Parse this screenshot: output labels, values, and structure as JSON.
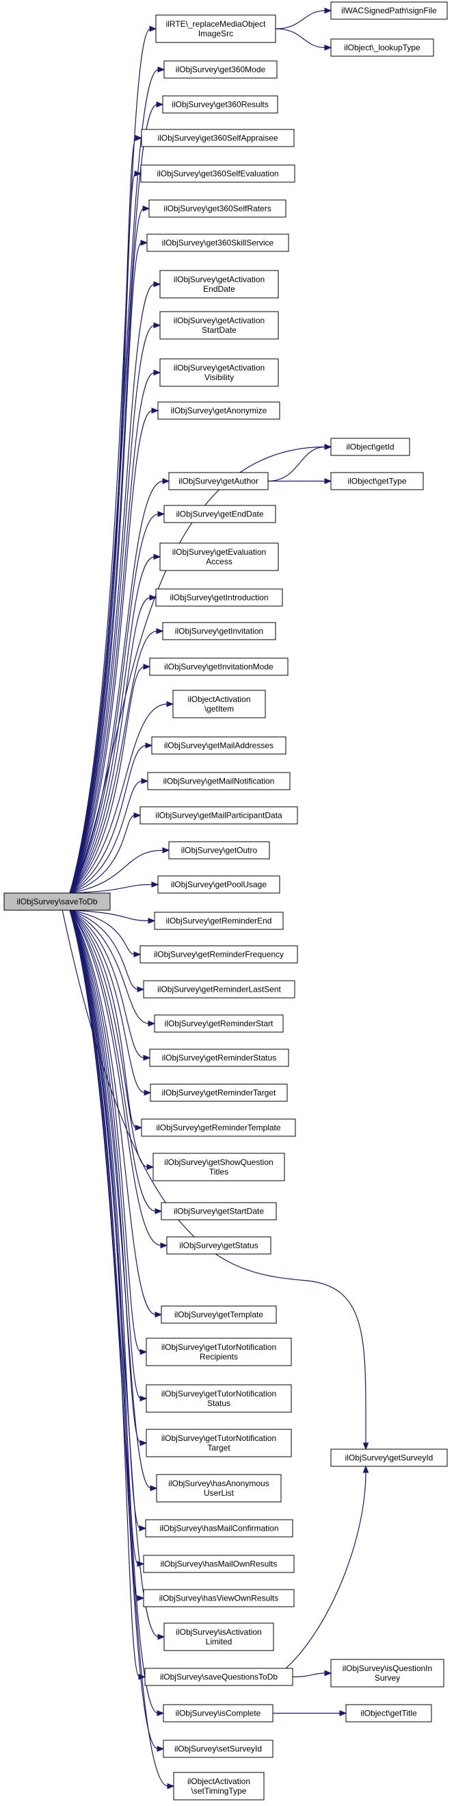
{
  "diagram": {
    "root": "ilObjSurvey\\saveToDb",
    "nodes": [
      {
        "id": "root",
        "lines": [
          "ilObjSurvey\\saveToDb"
        ]
      },
      {
        "id": "replaceMedia",
        "lines": [
          "ilRTE\\_replaceMediaObject",
          "ImageSrc"
        ]
      },
      {
        "id": "signFile",
        "lines": [
          "ilWACSignedPath\\signFile"
        ]
      },
      {
        "id": "lookupType",
        "lines": [
          "ilObject\\_lookupType"
        ]
      },
      {
        "id": "get360Mode",
        "lines": [
          "ilObjSurvey\\get360Mode"
        ]
      },
      {
        "id": "get360Results",
        "lines": [
          "ilObjSurvey\\get360Results"
        ]
      },
      {
        "id": "get360SelfAppraisee",
        "lines": [
          "ilObjSurvey\\get360SelfAppraisee"
        ]
      },
      {
        "id": "get360SelfEvaluation",
        "lines": [
          "ilObjSurvey\\get360SelfEvaluation"
        ]
      },
      {
        "id": "get360SelfRaters",
        "lines": [
          "ilObjSurvey\\get360SelfRaters"
        ]
      },
      {
        "id": "get360SkillService",
        "lines": [
          "ilObjSurvey\\get360SkillService"
        ]
      },
      {
        "id": "getActivationEndDate",
        "lines": [
          "ilObjSurvey\\getActivation",
          "EndDate"
        ]
      },
      {
        "id": "getActivationStartDate",
        "lines": [
          "ilObjSurvey\\getActivation",
          "StartDate"
        ]
      },
      {
        "id": "getActivationVisibility",
        "lines": [
          "ilObjSurvey\\getActivation",
          "Visibility"
        ]
      },
      {
        "id": "getAnonymize",
        "lines": [
          "ilObjSurvey\\getAnonymize"
        ]
      },
      {
        "id": "getId",
        "lines": [
          "ilObject\\getId"
        ]
      },
      {
        "id": "getAuthor",
        "lines": [
          "ilObjSurvey\\getAuthor"
        ]
      },
      {
        "id": "getType",
        "lines": [
          "ilObject\\getType"
        ]
      },
      {
        "id": "getEndDate",
        "lines": [
          "ilObjSurvey\\getEndDate"
        ]
      },
      {
        "id": "getEvaluationAccess",
        "lines": [
          "ilObjSurvey\\getEvaluation",
          "Access"
        ]
      },
      {
        "id": "getIntroduction",
        "lines": [
          "ilObjSurvey\\getIntroduction"
        ]
      },
      {
        "id": "getInvitation",
        "lines": [
          "ilObjSurvey\\getInvitation"
        ]
      },
      {
        "id": "getInvitationMode",
        "lines": [
          "ilObjSurvey\\getInvitationMode"
        ]
      },
      {
        "id": "getItem",
        "lines": [
          "ilObjectActivation",
          "\\getItem"
        ]
      },
      {
        "id": "getMailAddresses",
        "lines": [
          "ilObjSurvey\\getMailAddresses"
        ]
      },
      {
        "id": "getMailNotification",
        "lines": [
          "ilObjSurvey\\getMailNotification"
        ]
      },
      {
        "id": "getMailParticipantData",
        "lines": [
          "ilObjSurvey\\getMailParticipantData"
        ]
      },
      {
        "id": "getOutro",
        "lines": [
          "ilObjSurvey\\getOutro"
        ]
      },
      {
        "id": "getPoolUsage",
        "lines": [
          "ilObjSurvey\\getPoolUsage"
        ]
      },
      {
        "id": "getReminderEnd",
        "lines": [
          "ilObjSurvey\\getReminderEnd"
        ]
      },
      {
        "id": "getReminderFrequency",
        "lines": [
          "ilObjSurvey\\getReminderFrequency"
        ]
      },
      {
        "id": "getReminderLastSent",
        "lines": [
          "ilObjSurvey\\getReminderLastSent"
        ]
      },
      {
        "id": "getReminderStart",
        "lines": [
          "ilObjSurvey\\getReminderStart"
        ]
      },
      {
        "id": "getReminderStatus",
        "lines": [
          "ilObjSurvey\\getReminderStatus"
        ]
      },
      {
        "id": "getReminderTarget",
        "lines": [
          "ilObjSurvey\\getReminderTarget"
        ]
      },
      {
        "id": "getReminderTemplate",
        "lines": [
          "ilObjSurvey\\getReminderTemplate"
        ]
      },
      {
        "id": "getShowQuestionTitles",
        "lines": [
          "ilObjSurvey\\getShowQuestion",
          "Titles"
        ]
      },
      {
        "id": "getStartDate",
        "lines": [
          "ilObjSurvey\\getStartDate"
        ]
      },
      {
        "id": "getStatus",
        "lines": [
          "ilObjSurvey\\getStatus"
        ]
      },
      {
        "id": "getTemplate",
        "lines": [
          "ilObjSurvey\\getTemplate"
        ]
      },
      {
        "id": "getTutorNotificationRecipients",
        "lines": [
          "ilObjSurvey\\getTutorNotification",
          "Recipients"
        ]
      },
      {
        "id": "getTutorNotificationStatus",
        "lines": [
          "ilObjSurvey\\getTutorNotification",
          "Status"
        ]
      },
      {
        "id": "getTutorNotificationTarget",
        "lines": [
          "ilObjSurvey\\getTutorNotification",
          "Target"
        ]
      },
      {
        "id": "getSurveyId",
        "lines": [
          "ilObjSurvey\\getSurveyId"
        ]
      },
      {
        "id": "hasAnonymousUserList",
        "lines": [
          "ilObjSurvey\\hasAnonymous",
          "UserList"
        ]
      },
      {
        "id": "hasMailConfirmation",
        "lines": [
          "ilObjSurvey\\hasMailConfirmation"
        ]
      },
      {
        "id": "hasMailOwnResults",
        "lines": [
          "ilObjSurvey\\hasMailOwnResults"
        ]
      },
      {
        "id": "hasViewOwnResults",
        "lines": [
          "ilObjSurvey\\hasViewOwnResults"
        ]
      },
      {
        "id": "isActivationLimited",
        "lines": [
          "ilObjSurvey\\isActivation",
          "Limited"
        ]
      },
      {
        "id": "saveQuestionsToDb",
        "lines": [
          "ilObjSurvey\\saveQuestionsToDb"
        ]
      },
      {
        "id": "isQuestionInSurvey",
        "lines": [
          "ilObjSurvey\\isQuestionIn",
          "Survey"
        ]
      },
      {
        "id": "isComplete",
        "lines": [
          "ilObjSurvey\\isComplete"
        ]
      },
      {
        "id": "getTitle",
        "lines": [
          "ilObject\\getTitle"
        ]
      },
      {
        "id": "setSurveyId",
        "lines": [
          "ilObjSurvey\\setSurveyId"
        ]
      },
      {
        "id": "setTimingType",
        "lines": [
          "ilObjectActivation",
          "\\setTimingType"
        ]
      }
    ],
    "edges": [
      [
        "root",
        "replaceMedia"
      ],
      [
        "replaceMedia",
        "signFile"
      ],
      [
        "replaceMedia",
        "lookupType"
      ],
      [
        "root",
        "get360Mode"
      ],
      [
        "root",
        "get360Results"
      ],
      [
        "root",
        "get360SelfAppraisee"
      ],
      [
        "root",
        "get360SelfEvaluation"
      ],
      [
        "root",
        "get360SelfRaters"
      ],
      [
        "root",
        "get360SkillService"
      ],
      [
        "root",
        "getActivationEndDate"
      ],
      [
        "root",
        "getActivationStartDate"
      ],
      [
        "root",
        "getActivationVisibility"
      ],
      [
        "root",
        "getAnonymize"
      ],
      [
        "root",
        "getId"
      ],
      [
        "root",
        "getAuthor"
      ],
      [
        "getAuthor",
        "getId"
      ],
      [
        "getAuthor",
        "getType"
      ],
      [
        "root",
        "getEndDate"
      ],
      [
        "root",
        "getEvaluationAccess"
      ],
      [
        "root",
        "getIntroduction"
      ],
      [
        "root",
        "getInvitation"
      ],
      [
        "root",
        "getInvitationMode"
      ],
      [
        "root",
        "getItem"
      ],
      [
        "root",
        "getMailAddresses"
      ],
      [
        "root",
        "getMailNotification"
      ],
      [
        "root",
        "getMailParticipantData"
      ],
      [
        "root",
        "getOutro"
      ],
      [
        "root",
        "getPoolUsage"
      ],
      [
        "root",
        "getReminderEnd"
      ],
      [
        "root",
        "getReminderFrequency"
      ],
      [
        "root",
        "getReminderLastSent"
      ],
      [
        "root",
        "getReminderStart"
      ],
      [
        "root",
        "getReminderStatus"
      ],
      [
        "root",
        "getReminderTarget"
      ],
      [
        "root",
        "getReminderTemplate"
      ],
      [
        "root",
        "getShowQuestionTitles"
      ],
      [
        "root",
        "getStartDate"
      ],
      [
        "root",
        "getStatus"
      ],
      [
        "root",
        "getSurveyId"
      ],
      [
        "root",
        "getTemplate"
      ],
      [
        "root",
        "getTutorNotificationRecipients"
      ],
      [
        "root",
        "getTutorNotificationStatus"
      ],
      [
        "root",
        "getTutorNotificationTarget"
      ],
      [
        "root",
        "hasAnonymousUserList"
      ],
      [
        "root",
        "hasMailConfirmation"
      ],
      [
        "root",
        "hasMailOwnResults"
      ],
      [
        "root",
        "hasViewOwnResults"
      ],
      [
        "root",
        "isActivationLimited"
      ],
      [
        "root",
        "saveQuestionsToDb"
      ],
      [
        "saveQuestionsToDb",
        "getSurveyId"
      ],
      [
        "saveQuestionsToDb",
        "isQuestionInSurvey"
      ],
      [
        "root",
        "isComplete"
      ],
      [
        "isComplete",
        "getTitle"
      ],
      [
        "root",
        "setSurveyId"
      ],
      [
        "root",
        "setTimingType"
      ]
    ]
  }
}
